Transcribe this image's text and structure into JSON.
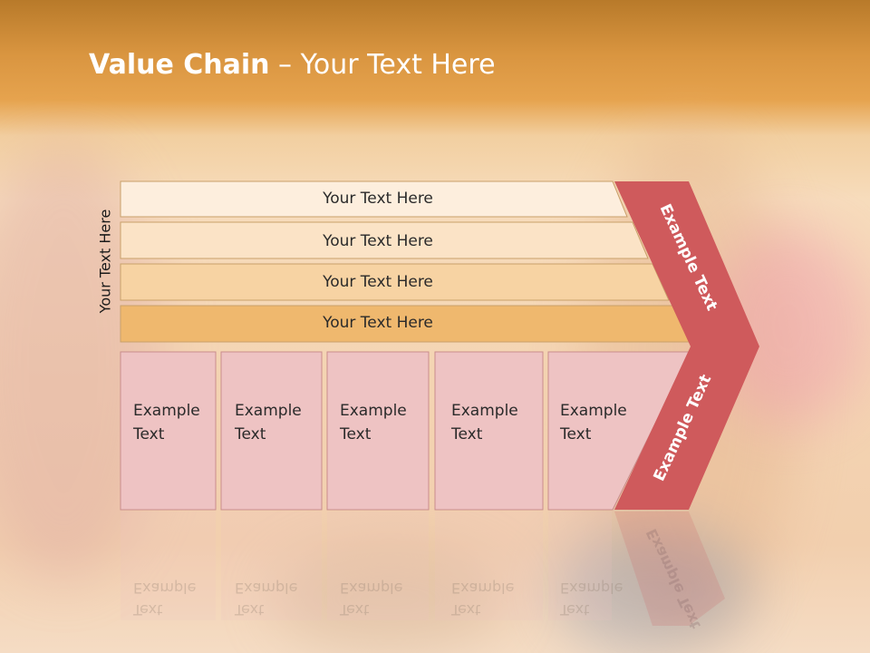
{
  "title": {
    "bold": "Value Chain",
    "rest": " – Your Text Here"
  },
  "side_label": "Your Text Here",
  "rows": [
    "Your Text Here",
    "Your Text Here",
    "Your Text Here",
    "Your Text Here"
  ],
  "boxes": [
    {
      "line1": "Example",
      "line2": "Text"
    },
    {
      "line1": "Example",
      "line2": "Text"
    },
    {
      "line1": "Example",
      "line2": "Text"
    },
    {
      "line1": "Example",
      "line2": "Text"
    },
    {
      "line1": "Example",
      "line2": "Text"
    }
  ],
  "chevron": {
    "upper": "Example Text",
    "lower": "Example Text"
  },
  "colors": {
    "row_fills": [
      "#fdeedd",
      "#fbe3c6",
      "#f7d3a3",
      "#efb86e"
    ],
    "row_stroke": "#c9a06a",
    "box_fill": "#eec3c3",
    "box_stroke": "#c98c8c",
    "chevron": "#cf5a5c",
    "title": "#ffffff"
  }
}
